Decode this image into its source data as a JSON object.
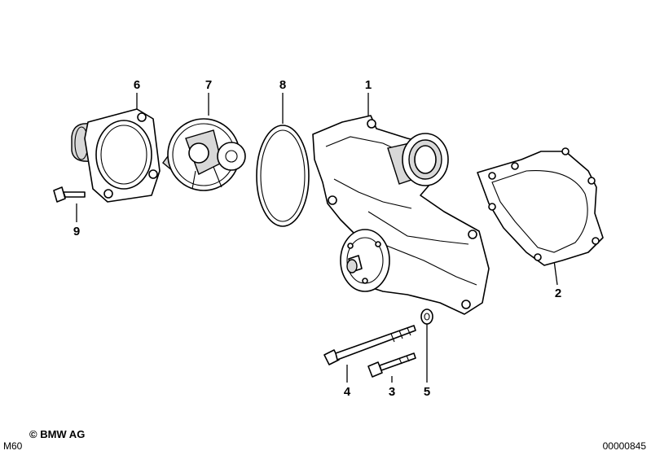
{
  "callouts": {
    "c1": "1",
    "c2": "2",
    "c3": "3",
    "c4": "4",
    "c5": "5",
    "c6": "6",
    "c7": "7",
    "c8": "8",
    "c9": "9"
  },
  "footer": {
    "copyright": "© BMW AG",
    "model_code": "M60",
    "diagram_number": "00000845"
  }
}
